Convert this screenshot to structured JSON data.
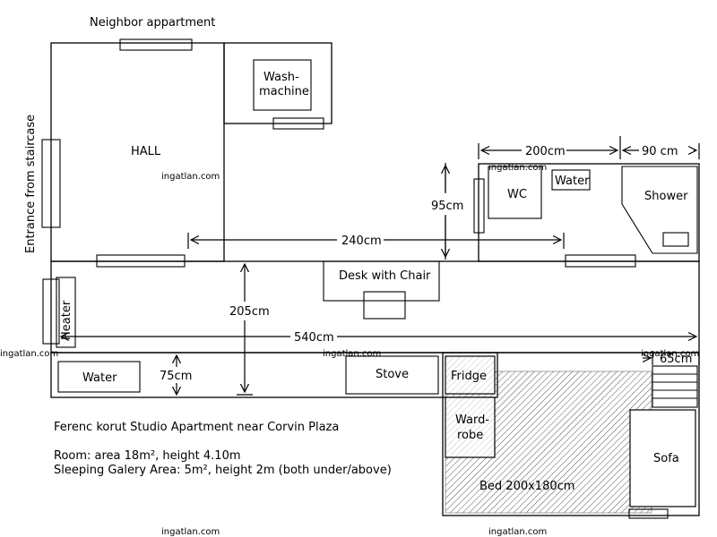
{
  "rooms": {
    "neighbor": "Neighbor appartment",
    "hall": "HALL",
    "entrance": "Entrance from staircase",
    "washmachine_line1": "Wash-",
    "washmachine_line2": "machine",
    "wc": "WC",
    "water_wc": "Water",
    "shower": "Shower",
    "desk": "Desk with Chair",
    "heater": "Heater",
    "water_kitchen": "Water",
    "stove": "Stove",
    "fridge": "Fridge",
    "wardrobe_line1": "Ward-",
    "wardrobe_line2": "robe",
    "sofa": "Sofa",
    "bed": "Bed 200x180cm"
  },
  "dimensions": {
    "d200": "200cm",
    "d90": "90 cm",
    "d95": "95cm",
    "d240": "240cm",
    "d205": "205cm",
    "d540": "540cm",
    "d75": "75cm",
    "d65": "65cm"
  },
  "caption": {
    "title": "Ferenc korut Studio Apartment near Corvin Plaza",
    "room": "Room: area 18m², height 4.10m",
    "gallery": "Sleeping Galery Area: 5m², height 2m (both under/above)"
  },
  "watermark": "ingatlan.com"
}
